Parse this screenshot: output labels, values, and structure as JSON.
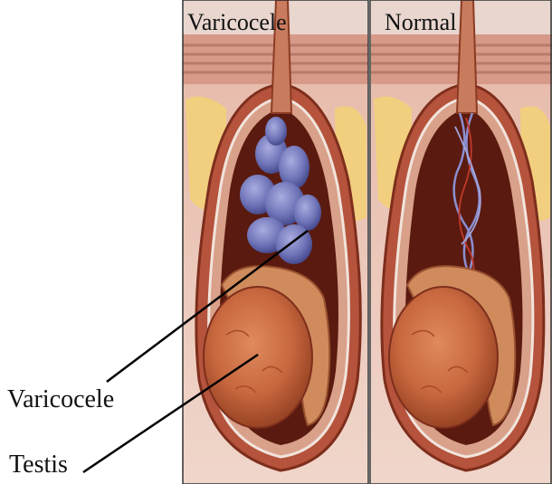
{
  "panels": {
    "left_title": "Varicocele",
    "right_title": "Normal"
  },
  "callouts": {
    "varicocele": "Varicocele",
    "testis": "Testis"
  },
  "colors": {
    "skin": "#e9c3b4",
    "tissue": "#c97b5e",
    "muscle": "#b5533c",
    "testis": "#c8683f",
    "epididymis": "#cf8b5c",
    "vein": "#6f74b8",
    "artery": "#c0392b",
    "fat": "#f2cf7e",
    "scrotal_cavity": "#5a1a0f"
  }
}
